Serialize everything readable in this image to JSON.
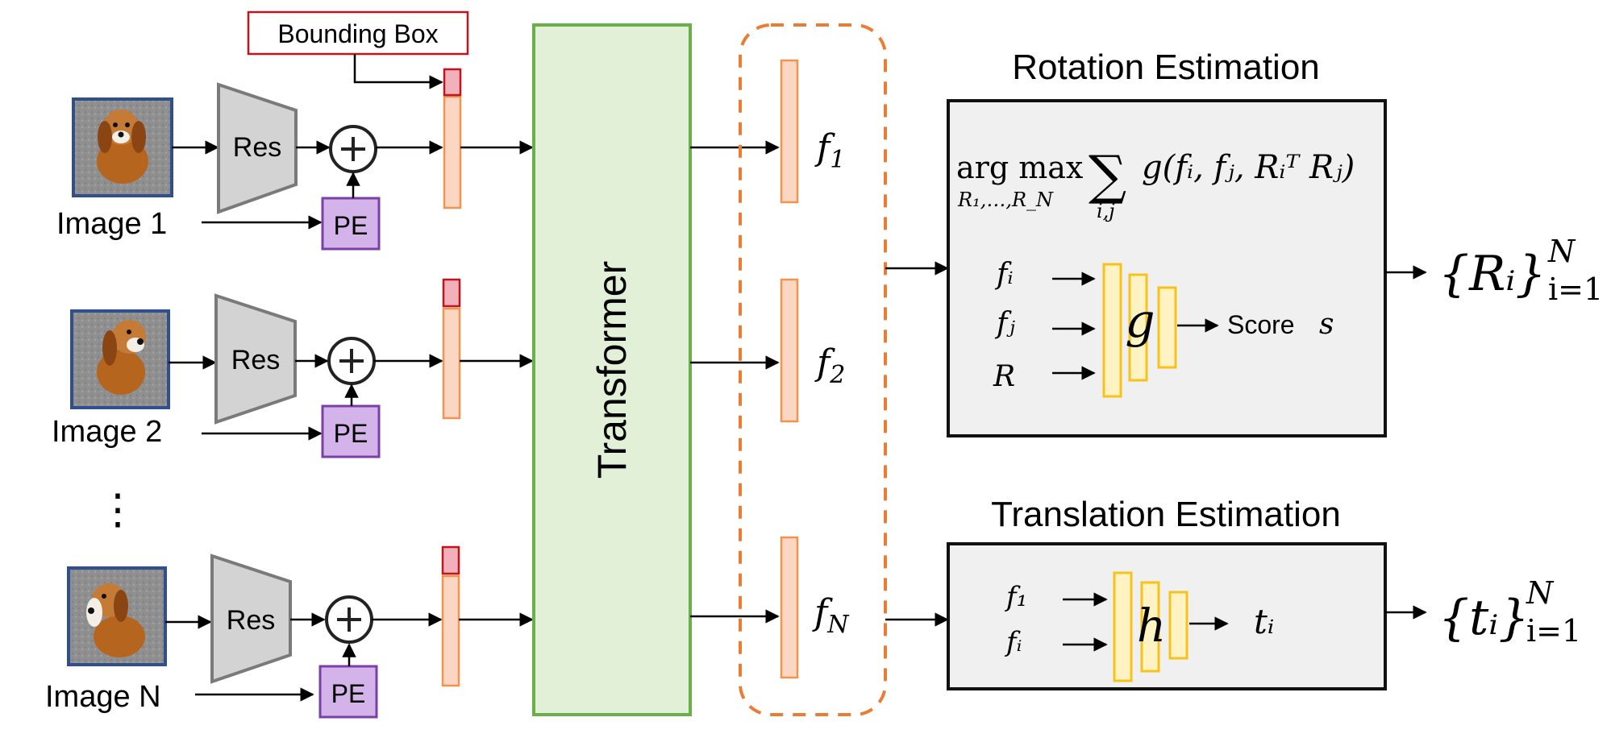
{
  "colors": {
    "image_border": "#2f4f8f",
    "res_fill": "#d3d3d3",
    "pe_fill": "#d4b3ea",
    "pe_border": "#7b3fa8",
    "token_fill": "#fbd6c2",
    "token_border": "#f0954f",
    "bbox_fill": "#f2b0ba",
    "bbox_border": "#c0151c",
    "transformer_fill": "#e3f0d8",
    "transformer_border": "#6aaf4a",
    "dashed_border": "#ea7d33",
    "layer_fill": "#fff3c4",
    "layer_border": "#f7c21a",
    "box_fill": "#f0f0f0"
  },
  "inputs": [
    {
      "label": "Image 1",
      "encoder": "Res",
      "pe": "PE"
    },
    {
      "label": "Image 2",
      "encoder": "Res",
      "pe": "PE"
    },
    {
      "label": "Image N",
      "encoder": "Res",
      "pe": "PE"
    }
  ],
  "ellipsis": "⋮",
  "bounding_box_label": "Bounding Box",
  "transformer_label": "Transformer",
  "features": [
    {
      "base": "f",
      "sub": "1"
    },
    {
      "base": "f",
      "sub": "2"
    },
    {
      "base": "f",
      "sub": "N"
    }
  ],
  "rotation": {
    "title": "Rotation Estimation",
    "objective": {
      "argmax": "arg max",
      "argmax_sub": "R₁,…,R_N",
      "sum": "∑",
      "sum_sub": "i,j",
      "expr": "g(fᵢ, fⱼ, Rᵢᵀ Rⱼ)"
    },
    "inputs": [
      "fᵢ",
      "fⱼ",
      "R"
    ],
    "network": "g",
    "output_label": "Score",
    "output_var": "s",
    "result": {
      "base": "{Rᵢ}",
      "sup": "N",
      "sub": "i=1"
    }
  },
  "translation": {
    "title": "Translation Estimation",
    "inputs": [
      "f₁",
      "fᵢ"
    ],
    "network": "h",
    "output_var": "tᵢ",
    "result": {
      "base": "{tᵢ}",
      "sup": "N",
      "sub": "i=1"
    }
  }
}
